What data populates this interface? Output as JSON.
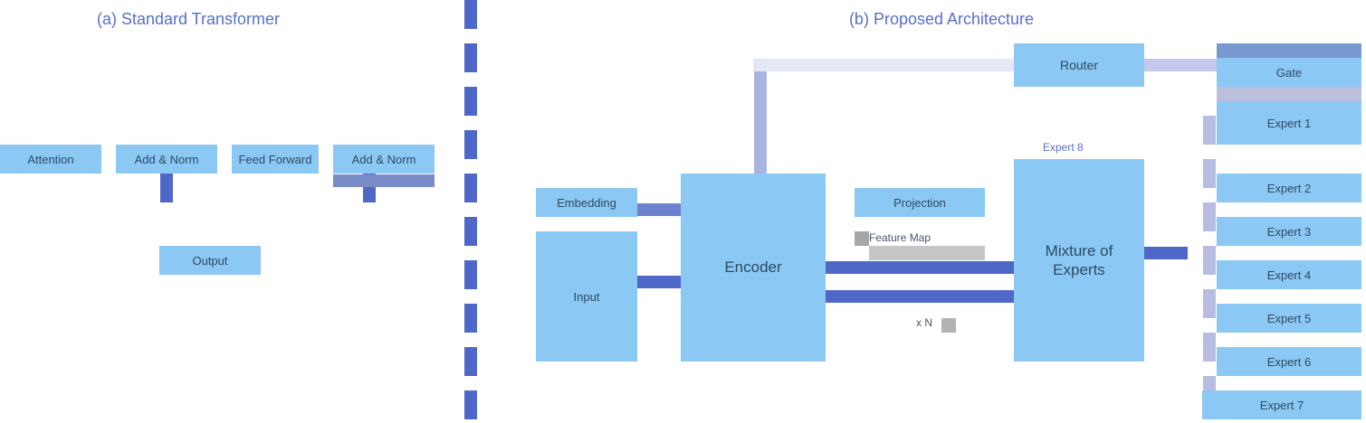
{
  "left_panel": {
    "title": "(a) Standard Transformer",
    "boxes": [
      {
        "id": "b1",
        "label": "Attention"
      },
      {
        "id": "b2",
        "label": "Add & Norm"
      },
      {
        "id": "b3",
        "label": "Feed Forward"
      },
      {
        "id": "b4",
        "label": "Add & Norm"
      },
      {
        "id": "b5",
        "label": "Output"
      }
    ]
  },
  "right_panel": {
    "title": "(b) Proposed Architecture",
    "input_box": "Input",
    "embed_box": "Embedding",
    "core_box": "Encoder",
    "proj_box": "Projection",
    "mid_label_top": "Feature Map",
    "mid_label_bottom": "x N",
    "top_box": "Router",
    "decoder_box": "Mixture of Experts",
    "side_top_label": "Gate",
    "expert_stack": [
      "Expert 1",
      "Expert 2",
      "Expert 3",
      "Expert 4",
      "Expert 5",
      "Expert 6",
      "Expert 7",
      "Expert 8"
    ]
  },
  "colors": {
    "box": "#8cc8f4",
    "line": "#4f68c8",
    "divider": "#4f68c8",
    "header": "#7a98d0"
  }
}
